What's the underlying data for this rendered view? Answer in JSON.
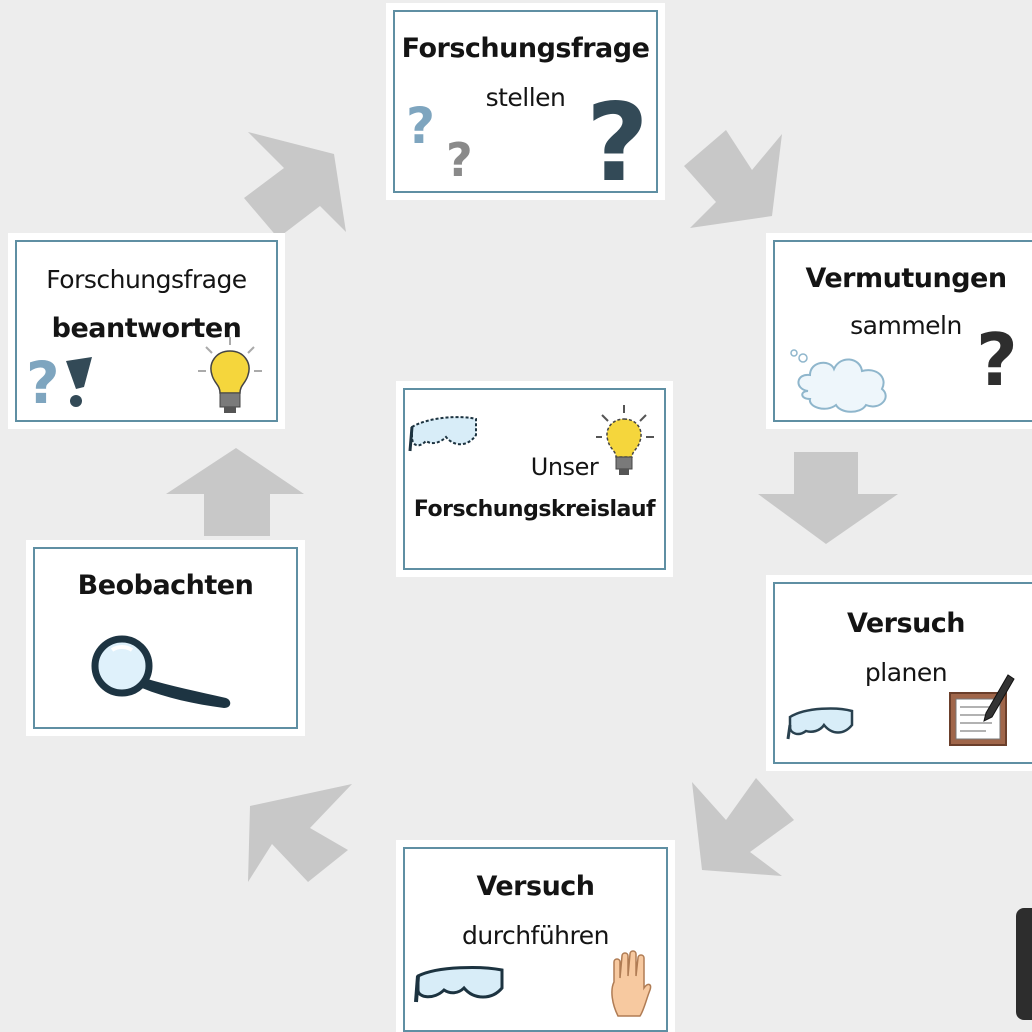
{
  "colors": {
    "background": "#ededed",
    "card_border": "#5f8fa3",
    "arrow": "#c8c8c8",
    "question_light": "#7ea5bf",
    "question_grey": "#8a8a8a",
    "question_dark": "#334a57",
    "bulb": "#f5d63c"
  },
  "cards": {
    "top": {
      "title": "Forschungsfrage",
      "subtitle": "stellen",
      "icons": [
        "question-mark-icon",
        "question-mark-icon",
        "question-mark-icon"
      ]
    },
    "right_upper": {
      "title": "Vermutungen",
      "subtitle": "sammeln",
      "icons": [
        "thought-cloud-icon",
        "question-mark-icon"
      ]
    },
    "right_lower": {
      "title": "Versuch",
      "subtitle": "planen",
      "icons": [
        "safety-goggles-icon",
        "clipboard-pencil-icon"
      ]
    },
    "bottom": {
      "title": "Versuch",
      "subtitle": "durchführen",
      "icons": [
        "safety-goggles-icon",
        "hand-icon"
      ]
    },
    "left_lower": {
      "title": "Beobachten",
      "icons": [
        "magnifying-glass-icon"
      ]
    },
    "left_upper": {
      "title": "Forschungsfrage",
      "subtitle": "beantworten",
      "icons": [
        "question-exclamation-icon",
        "light-bulb-icon"
      ]
    },
    "center": {
      "line1": "Unser",
      "line2": "Forschungskreislauf",
      "icons": [
        "safety-goggles-icon",
        "light-bulb-icon"
      ]
    }
  }
}
